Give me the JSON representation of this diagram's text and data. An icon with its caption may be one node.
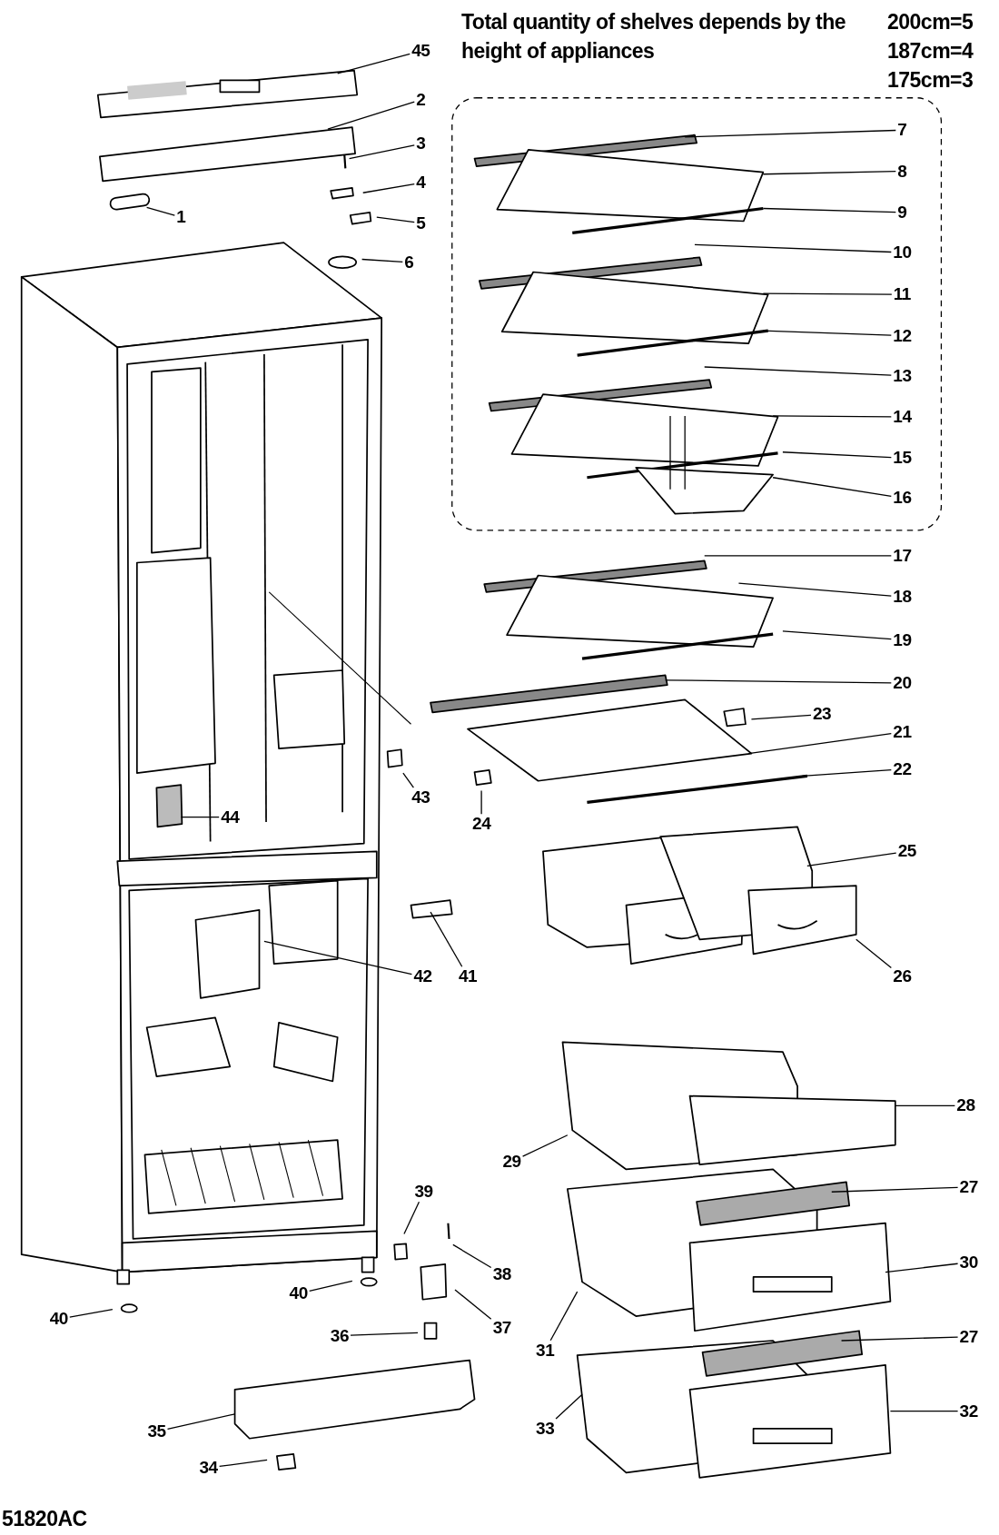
{
  "diagram": {
    "nodes": [
      {
        "text": [
          "45"
        ]
      },
      {
        "text": [
          "2"
        ]
      },
      {
        "text": [
          "3"
        ]
      },
      {
        "text": [
          "1"
        ]
      },
      {
        "text": [
          "4"
        ]
      },
      {
        "text": [
          "5"
        ]
      },
      {
        "text": [
          "6"
        ]
      },
      {
        "text": [
          "7"
        ]
      },
      {
        "text": [
          "8"
        ]
      },
      {
        "text": [
          "9"
        ]
      },
      {
        "text": [
          "10"
        ]
      },
      {
        "text": [
          "11"
        ]
      },
      {
        "text": [
          "12"
        ]
      },
      {
        "text": [
          "13"
        ]
      },
      {
        "text": [
          "14"
        ]
      },
      {
        "text": [
          "15"
        ]
      },
      {
        "text": [
          "16"
        ]
      },
      {
        "text": [
          "17"
        ]
      },
      {
        "text": [
          "18"
        ]
      },
      {
        "text": [
          "19"
        ]
      },
      {
        "text": [
          "20"
        ]
      },
      {
        "text": [
          "23"
        ]
      },
      {
        "text": [
          "21"
        ]
      },
      {
        "text": [
          "22"
        ]
      },
      {
        "text": [
          "43"
        ]
      },
      {
        "text": [
          "24"
        ]
      },
      {
        "text": [
          "44"
        ]
      },
      {
        "text": [
          "25"
        ]
      },
      {
        "text": [
          "26"
        ]
      },
      {
        "text": [
          "42"
        ]
      },
      {
        "text": [
          "41"
        ]
      },
      {
        "text": [
          "28"
        ]
      },
      {
        "text": [
          "29"
        ]
      },
      {
        "text": [
          "27"
        ]
      },
      {
        "text": [
          "39"
        ]
      },
      {
        "text": [
          "38"
        ]
      },
      {
        "text": [
          "30"
        ]
      },
      {
        "text": [
          "40"
        ]
      },
      {
        "text": [
          "37"
        ]
      },
      {
        "text": [
          "40"
        ]
      },
      {
        "text": [
          "36"
        ]
      },
      {
        "text": [
          "31"
        ]
      },
      {
        "text": [
          "27"
        ]
      },
      {
        "text": [
          "33"
        ]
      },
      {
        "text": [
          "32"
        ]
      },
      {
        "text": [
          "35"
        ]
      },
      {
        "text": [
          "34"
        ]
      }
    ],
    "edges": [
      {
        "from": 0,
        "to": null,
        "arrow": "none"
      },
      {
        "from": 1,
        "to": null,
        "arrow": "none"
      },
      {
        "from": 2,
        "to": null,
        "arrow": "none"
      },
      {
        "from": 3,
        "to": null,
        "arrow": "none"
      },
      {
        "from": 4,
        "to": null,
        "arrow": "none"
      },
      {
        "from": 5,
        "to": null,
        "arrow": "none"
      },
      {
        "from": 6,
        "to": null,
        "arrow": "none"
      },
      {
        "from": 7,
        "to": null,
        "arrow": "none"
      },
      {
        "from": 8,
        "to": null,
        "arrow": "none"
      },
      {
        "from": 9,
        "to": null,
        "arrow": "none"
      },
      {
        "from": 10,
        "to": null,
        "arrow": "none"
      },
      {
        "from": 11,
        "to": null,
        "arrow": "none"
      },
      {
        "from": 12,
        "to": null,
        "arrow": "none"
      },
      {
        "from": 13,
        "to": null,
        "arrow": "none"
      },
      {
        "from": 14,
        "to": null,
        "arrow": "none"
      },
      {
        "from": 15,
        "to": null,
        "arrow": "none"
      },
      {
        "from": 16,
        "to": null,
        "arrow": "none"
      },
      {
        "from": 17,
        "to": null,
        "arrow": "none"
      },
      {
        "from": 18,
        "to": null,
        "arrow": "none"
      },
      {
        "from": 19,
        "to": null,
        "arrow": "none"
      },
      {
        "from": 20,
        "to": null,
        "arrow": "none"
      },
      {
        "from": 21,
        "to": null,
        "arrow": "none"
      },
      {
        "from": 22,
        "to": null,
        "arrow": "none"
      },
      {
        "from": 23,
        "to": null,
        "arrow": "none"
      },
      {
        "from": 24,
        "to": null,
        "arrow": "none"
      },
      {
        "from": 25,
        "to": null,
        "arrow": "none"
      },
      {
        "from": 26,
        "to": null,
        "arrow": "none"
      },
      {
        "from": 27,
        "to": null,
        "arrow": "none"
      },
      {
        "from": 28,
        "to": null,
        "arrow": "none"
      },
      {
        "from": 29,
        "to": null,
        "arrow": "none"
      },
      {
        "from": 30,
        "to": null,
        "arrow": "none"
      },
      {
        "from": 31,
        "to": null,
        "arrow": "none"
      },
      {
        "from": 32,
        "to": null,
        "arrow": "none"
      },
      {
        "from": 33,
        "to": null,
        "arrow": "none"
      },
      {
        "from": 34,
        "to": null,
        "arrow": "none"
      },
      {
        "from": 35,
        "to": null,
        "arrow": "none"
      },
      {
        "from": 36,
        "to": null,
        "arrow": "none"
      },
      {
        "from": 37,
        "to": null,
        "arrow": "none"
      },
      {
        "from": 38,
        "to": null,
        "arrow": "none"
      },
      {
        "from": 39,
        "to": null,
        "arrow": "none"
      },
      {
        "from": 40,
        "to": null,
        "arrow": "none"
      },
      {
        "from": 41,
        "to": null,
        "arrow": "none"
      },
      {
        "from": 42,
        "to": null,
        "arrow": "none"
      },
      {
        "from": 43,
        "to": null,
        "arrow": "none"
      },
      {
        "from": 44,
        "to": null,
        "arrow": "none"
      },
      {
        "from": 45,
        "to": null,
        "arrow": "none"
      },
      {
        "from": 46,
        "to": null,
        "arrow": "none"
      }
    ],
    "labels": [
      "Total quantity of shelves depends by the height of appliances",
      "200cm=5",
      "187cm=4",
      "175cm=3",
      "51820AC"
    ]
  }
}
